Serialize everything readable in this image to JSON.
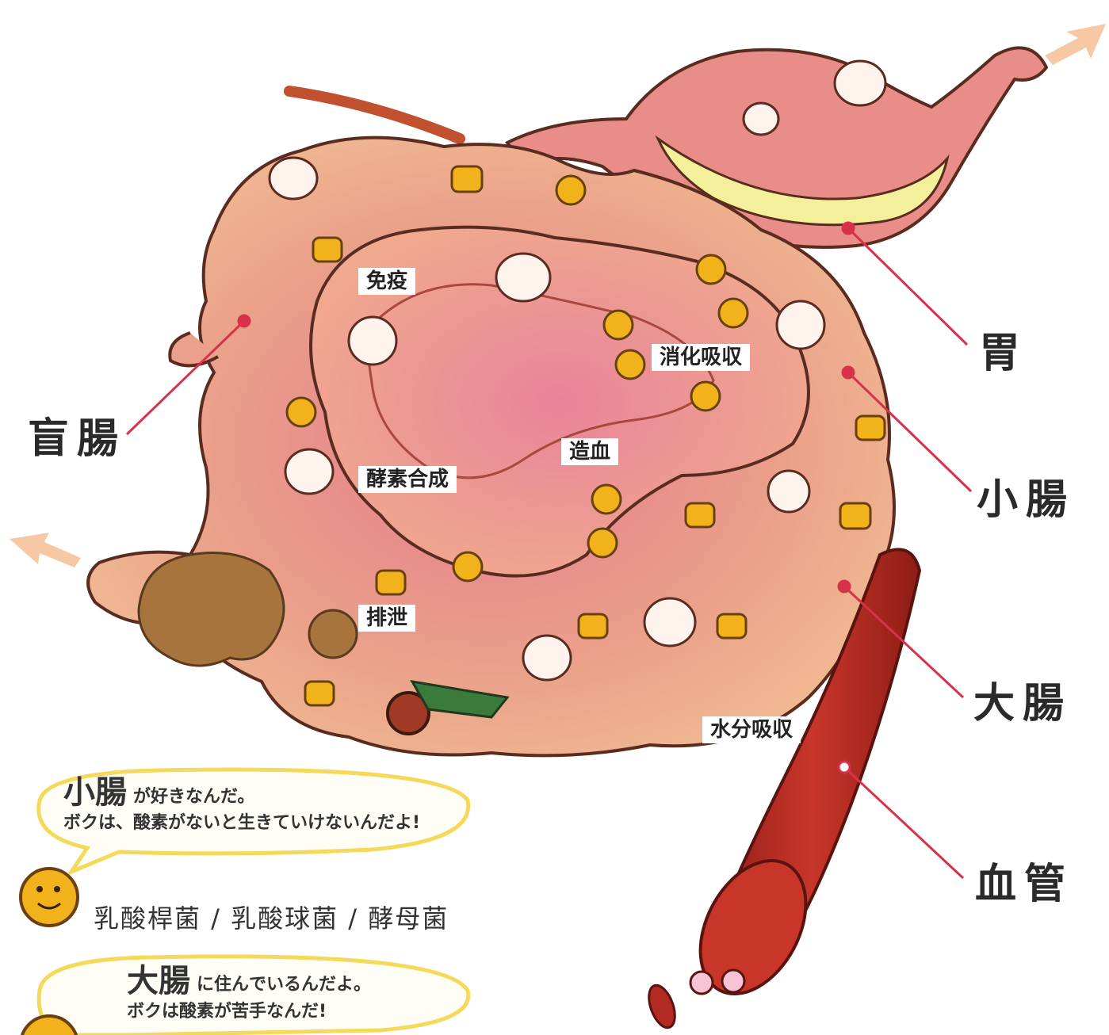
{
  "organs": {
    "stomach": "胃",
    "cecum": "盲腸",
    "small_intestine": "小腸",
    "large_intestine": "大腸",
    "blood_vessel": "血管"
  },
  "functions": {
    "immunity": "免疫",
    "digestion_absorption": "消化吸収",
    "hematopoiesis": "造血",
    "enzyme_synthesis": "酵素合成",
    "excretion": "排泄",
    "water_absorption": "水分吸収"
  },
  "bubble_small": {
    "title": "小腸",
    "line1_rest": "が好きなんだ。",
    "line2": "ボクは、酸素がないと生きていけないんだよ!"
  },
  "legend": {
    "text": "乳酸桿菌 / 乳酸球菌 / 酵母菌"
  },
  "bubble_large": {
    "title": "大腸",
    "line1_rest": "に住んでいるんだよ。",
    "line2": "ボクは酸素が苦手なんだ!"
  },
  "colors": {
    "intestine": "#e8a08a",
    "intestine_dark": "#c9705e",
    "leader_line": "#d8324a",
    "blood_vessel": "#b22a22",
    "stomach_fluid": "#f3ef9a",
    "bacteria": "#f2b21c",
    "arrow": "#f6c9a4"
  }
}
